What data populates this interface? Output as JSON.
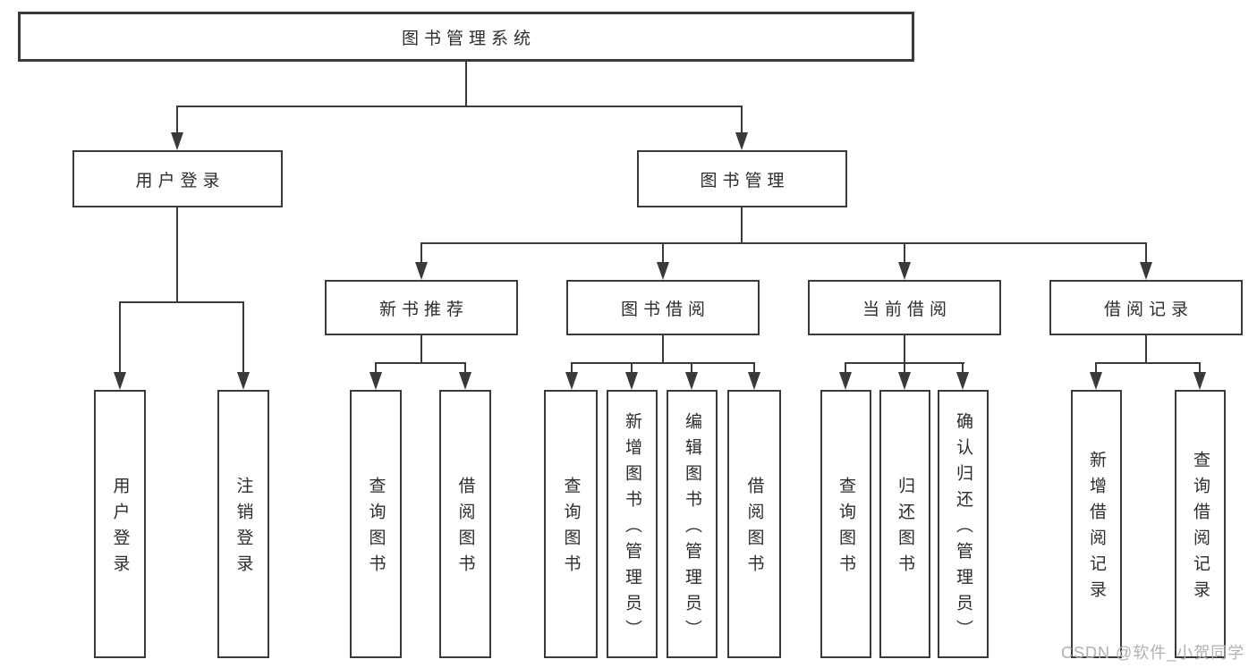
{
  "diagram": {
    "title": "图书管理系统",
    "branches": [
      {
        "label": "用户登录",
        "children": [
          {
            "label": "用户登录"
          },
          {
            "label": "注销登录"
          }
        ]
      },
      {
        "label": "图书管理",
        "children": [
          {
            "label": "新书推荐",
            "children": [
              {
                "label": "查询图书"
              },
              {
                "label": "借阅图书"
              }
            ]
          },
          {
            "label": "图书借阅",
            "children": [
              {
                "label": "查询图书"
              },
              {
                "label": "新增图书（管理员）"
              },
              {
                "label": "编辑图书（管理员）"
              },
              {
                "label": "借阅图书"
              }
            ]
          },
          {
            "label": "当前借阅",
            "children": [
              {
                "label": "查询图书"
              },
              {
                "label": "归还图书"
              },
              {
                "label": "确认归还（管理员）"
              }
            ]
          },
          {
            "label": "借阅记录",
            "children": [
              {
                "label": "新增借阅记录"
              },
              {
                "label": "查询借阅记录"
              }
            ]
          }
        ]
      }
    ]
  },
  "watermark": {
    "text": "CSDN @软件_小贺同学"
  },
  "colors": {
    "line": "#3a3a3a",
    "text": "#2d2d2d",
    "watermark": "#b1b1b1",
    "background": "#ffffff"
  }
}
